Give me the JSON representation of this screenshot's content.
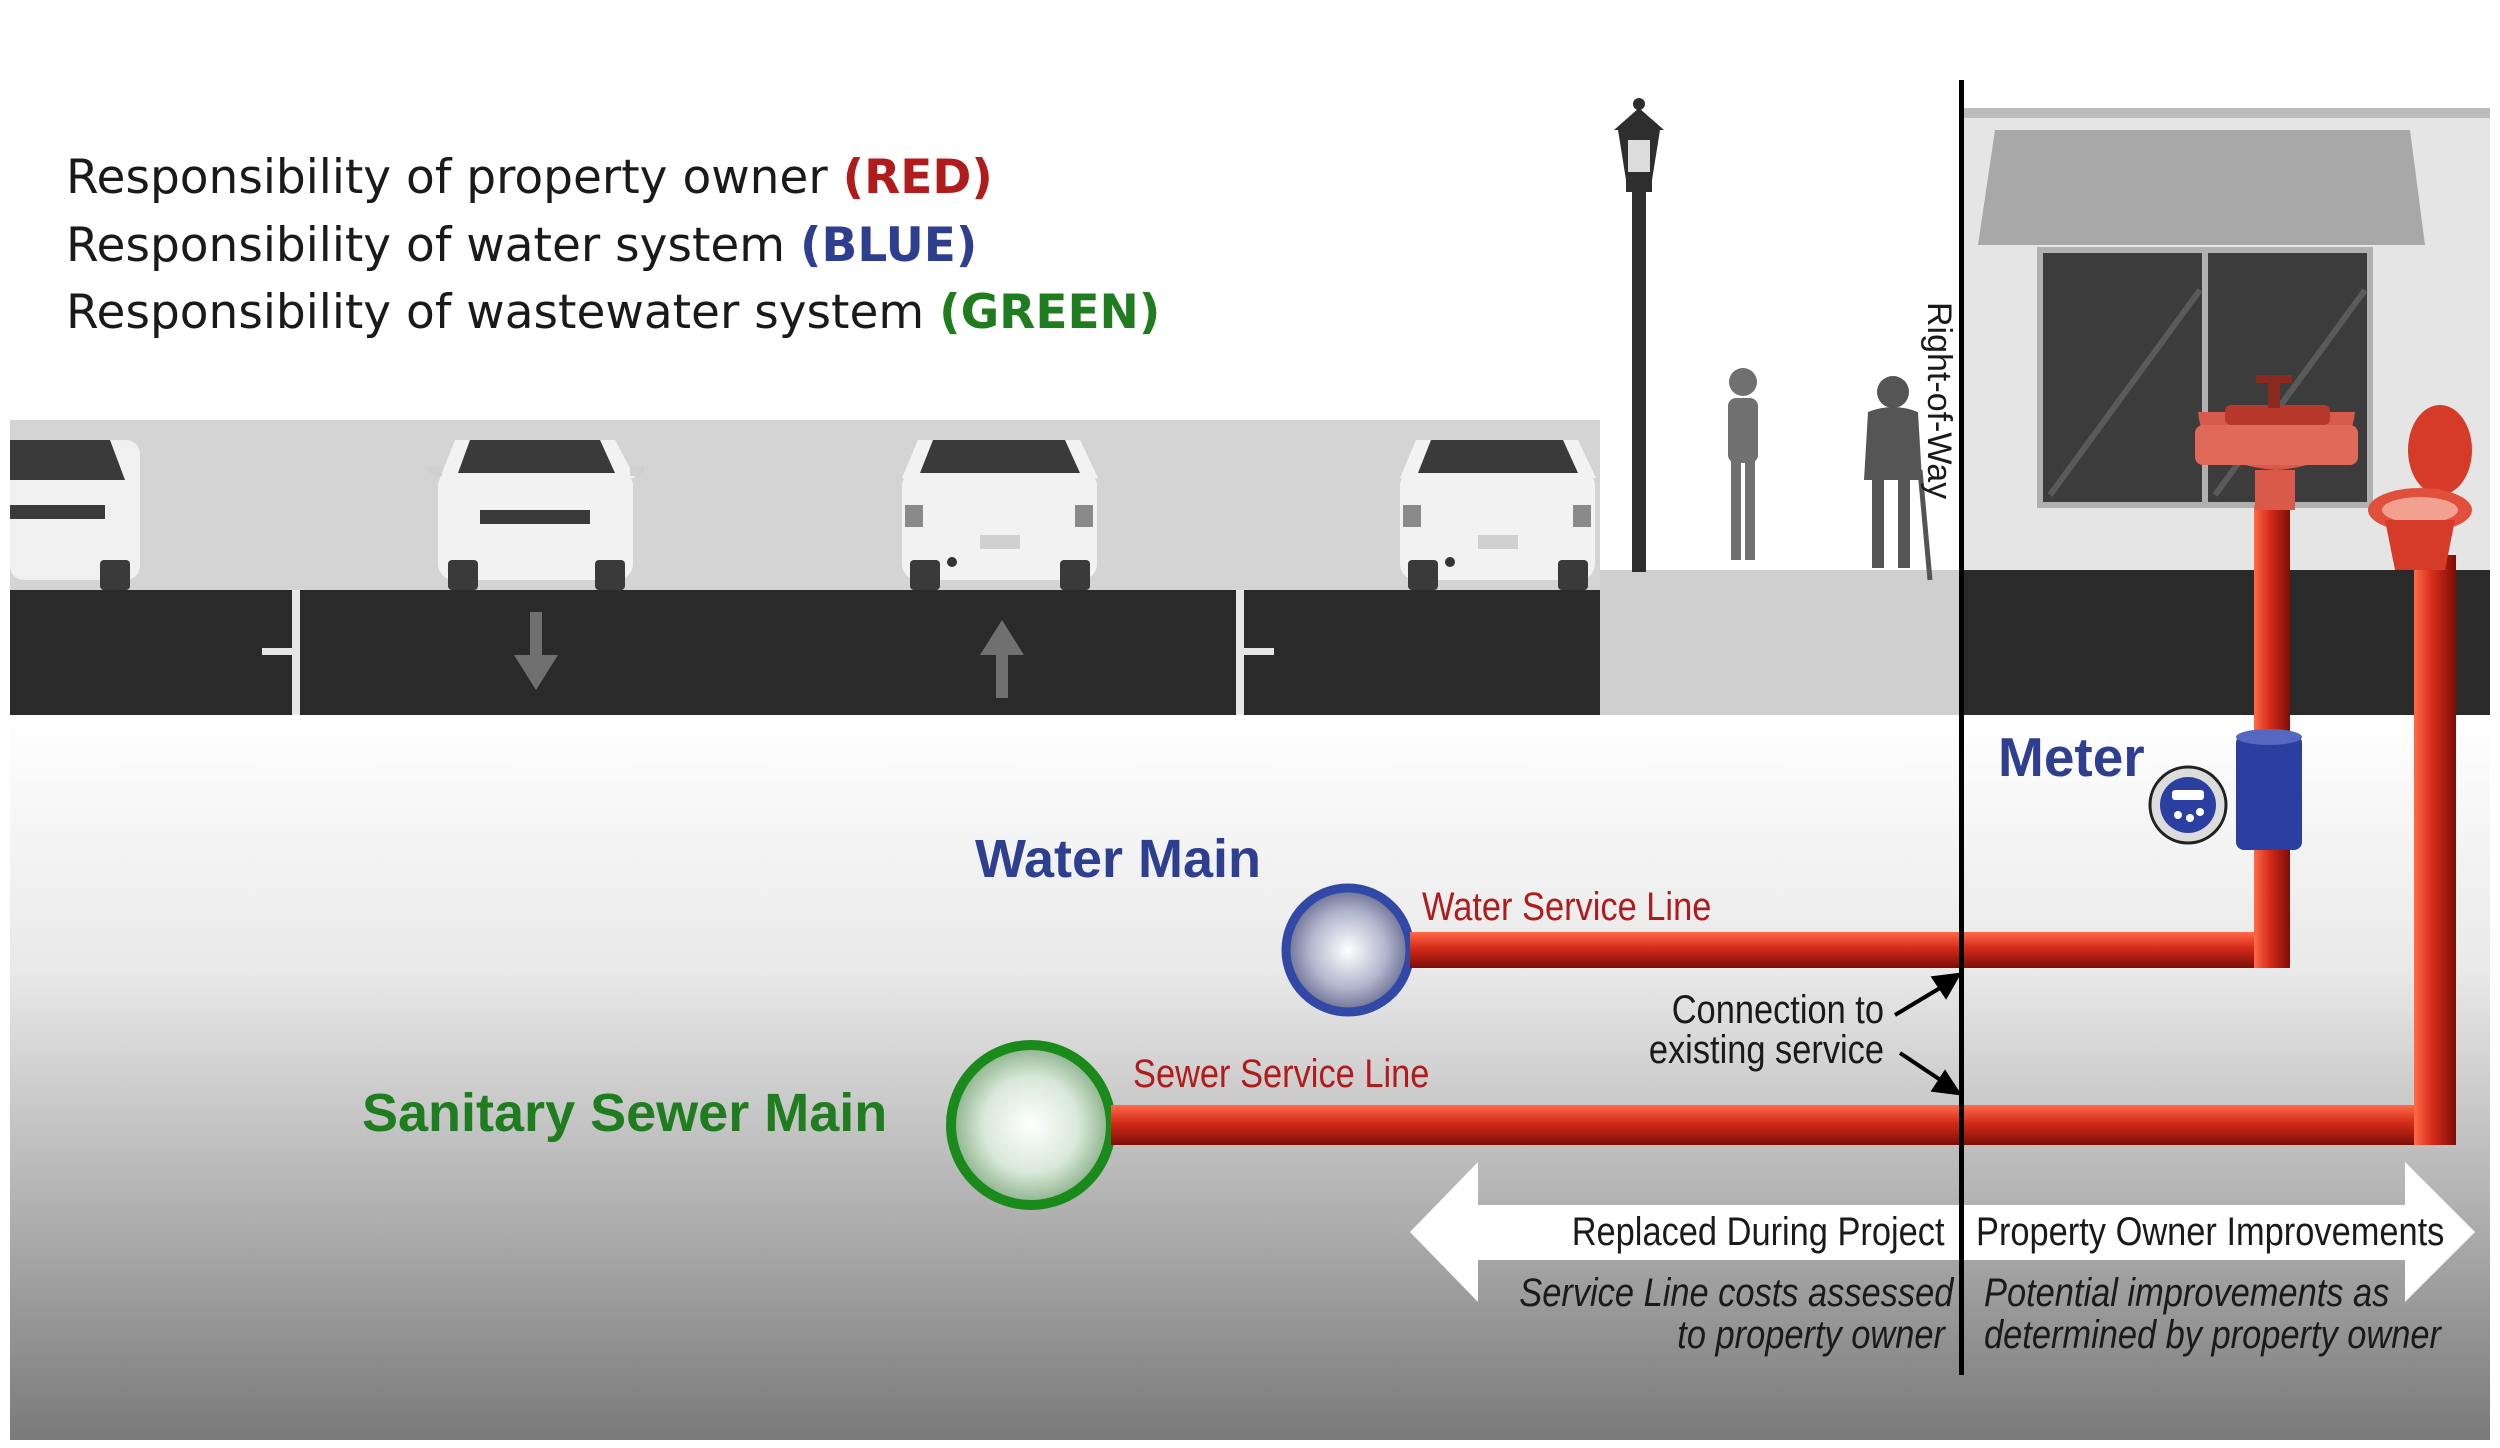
{
  "legend": {
    "owner_text": "Responsibility of property owner ",
    "owner_tag": "(RED)",
    "water_text": "Responsibility of water system ",
    "water_tag": "(BLUE)",
    "wastewater_text": "Responsibility of wastewater system ",
    "wastewater_tag": "(GREEN)"
  },
  "labels": {
    "right_of_way": "Right-of-Way",
    "meter": "Meter",
    "water_main": "Water Main",
    "sewer_main": "Sanitary Sewer Main",
    "water_service_line": "Water Service Line",
    "sewer_service_line": "Sewer Service Line",
    "connection_line1": "Connection to",
    "connection_line2": "existing service",
    "replaced": "Replaced During Project",
    "replaced_sub1": "Service Line costs assessed",
    "replaced_sub2": "to property owner",
    "owner_improvements": "Property Owner Improvements",
    "owner_sub1": "Potential improvements as",
    "owner_sub2": "determined by property owner"
  },
  "colors": {
    "red": "#b01c1c",
    "blue": "#2f3f8f",
    "green": "#1f7d1f",
    "pipe": "#c8261a",
    "asphalt": "#2a2a2a"
  },
  "icons": [
    "car-icon",
    "street-lamp-icon",
    "pedestrian-icon",
    "sink-icon",
    "toilet-icon",
    "water-meter-icon",
    "arrow-down-icon",
    "arrow-up-icon"
  ]
}
